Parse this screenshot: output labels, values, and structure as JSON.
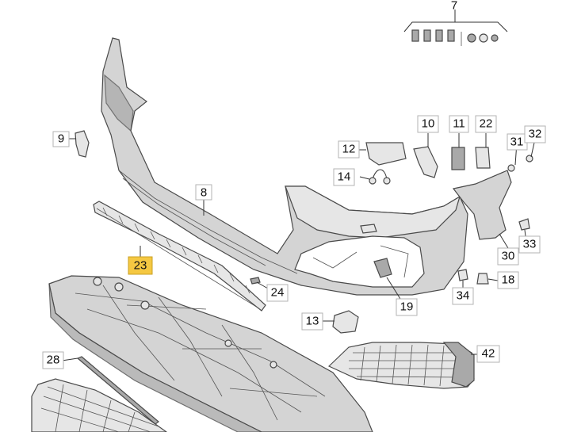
{
  "diagram": {
    "callouts": [
      {
        "id": "c7",
        "label": "7"
      },
      {
        "id": "c9",
        "label": "9"
      },
      {
        "id": "c8",
        "label": "8"
      },
      {
        "id": "c10",
        "label": "10"
      },
      {
        "id": "c11",
        "label": "11"
      },
      {
        "id": "c22",
        "label": "22"
      },
      {
        "id": "c12",
        "label": "12"
      },
      {
        "id": "c31",
        "label": "31"
      },
      {
        "id": "c32",
        "label": "32"
      },
      {
        "id": "c14",
        "label": "14"
      },
      {
        "id": "c23",
        "label": "23",
        "highlighted": true
      },
      {
        "id": "c24",
        "label": "24"
      },
      {
        "id": "c30",
        "label": "30"
      },
      {
        "id": "c33",
        "label": "33"
      },
      {
        "id": "c18",
        "label": "18"
      },
      {
        "id": "c34",
        "label": "34"
      },
      {
        "id": "c19",
        "label": "19"
      },
      {
        "id": "c13",
        "label": "13"
      },
      {
        "id": "c42",
        "label": "42"
      },
      {
        "id": "c28",
        "label": "28"
      }
    ],
    "colors": {
      "highlight": "#f5c842",
      "part_fill": "#d4d4d4",
      "outline": "#4a4a4a"
    }
  }
}
